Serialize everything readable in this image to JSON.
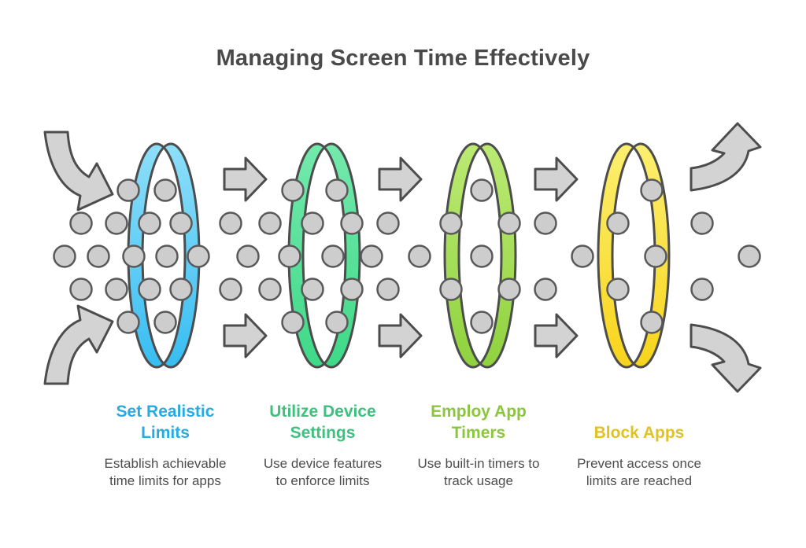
{
  "title": "Managing Screen Time Effectively",
  "colors": {
    "background": "#ffffff",
    "title_text": "#4a4a4a",
    "description_text": "#4d4d4d",
    "outline": "#4d4d4d",
    "dot_fill": "#cdcdcd",
    "dot_outline": "#595959",
    "arrow_fill": "#d3d3d3"
  },
  "steps": [
    {
      "heading": "Set Realistic\nLimits",
      "description": "Establish achievable\ntime limits for apps",
      "accent": "#29abe2",
      "ring_top": "#8edff9",
      "ring_bottom": "#38bdf2"
    },
    {
      "heading": "Utilize Device\nSettings",
      "description": "Use device features\nto enforce limits",
      "accent": "#3ec07f",
      "ring_top": "#74e9ac",
      "ring_bottom": "#3ed988"
    },
    {
      "heading": "Employ App\nTimers",
      "description": "Use built-in timers to\ntrack usage",
      "accent": "#8cc63f",
      "ring_top": "#bcea74",
      "ring_bottom": "#8fd23e"
    },
    {
      "heading": "Block Apps",
      "description": "Prevent access once\nlimits are reached",
      "accent": "#e0c224",
      "ring_top": "#fcef70",
      "ring_bottom": "#f8d41c"
    }
  ]
}
